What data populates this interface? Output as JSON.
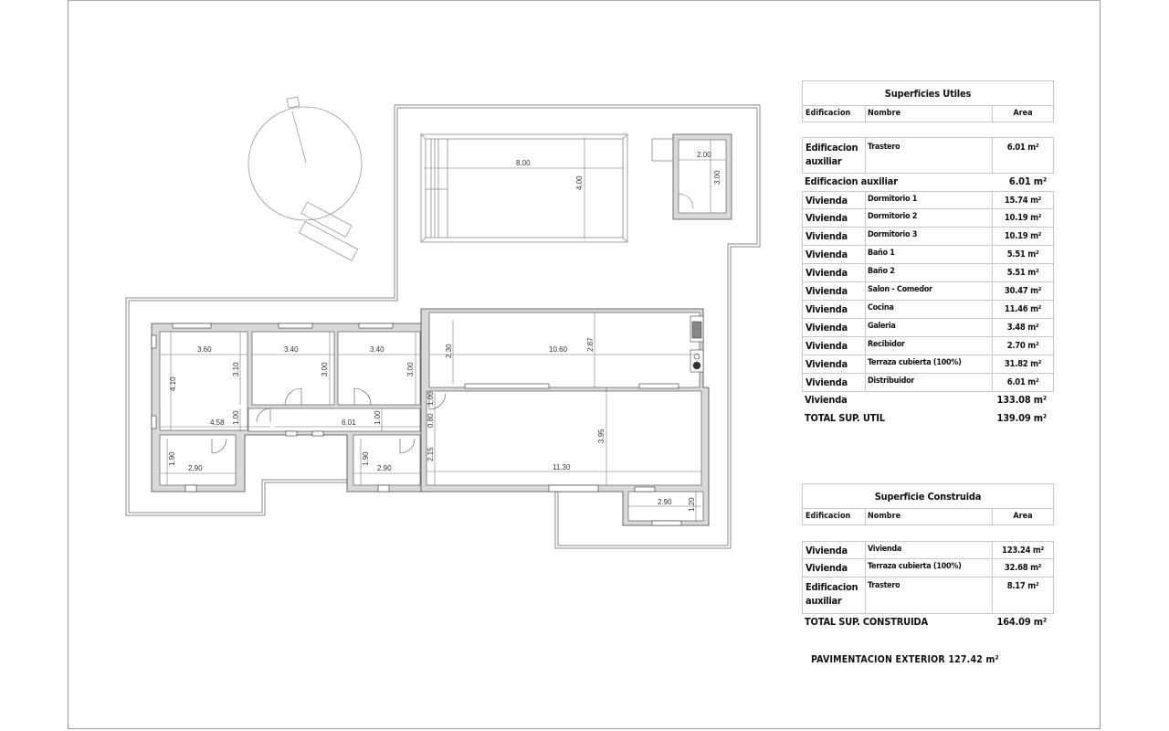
{
  "superficies_utiles": {
    "title": "Superficies Utiles",
    "headers": {
      "edificacion": "Edificacion",
      "nombre": "Nombre",
      "area": "Área"
    },
    "aux_rows": [
      {
        "edificacion": "Edificacion auxiliar",
        "nombre": "Trastero",
        "area": "6.01 m²"
      }
    ],
    "aux_subtotal": {
      "label": "Edificacion auxiliar",
      "area": "6.01 m²"
    },
    "vivienda_rows": [
      {
        "edificacion": "Vivienda",
        "nombre": "Dormitorio 1",
        "area": "15.74 m²"
      },
      {
        "edificacion": "Vivienda",
        "nombre": "Dormitorio 2",
        "area": "10.19 m²"
      },
      {
        "edificacion": "Vivienda",
        "nombre": "Dormitorio 3",
        "area": "10.19 m²"
      },
      {
        "edificacion": "Vivienda",
        "nombre": "Baño 1",
        "area": "5.51 m²"
      },
      {
        "edificacion": "Vivienda",
        "nombre": "Baño 2",
        "area": "5.51 m²"
      },
      {
        "edificacion": "Vivienda",
        "nombre": "Salon - Comedor",
        "area": "30.47 m²"
      },
      {
        "edificacion": "Vivienda",
        "nombre": "Cocina",
        "area": "11.46 m²"
      },
      {
        "edificacion": "Vivienda",
        "nombre": "Galeria",
        "area": "3.48 m²"
      },
      {
        "edificacion": "Vivienda",
        "nombre": "Recibidor",
        "area": "2.70 m²"
      },
      {
        "edificacion": "Vivienda",
        "nombre": "Terraza cubierta (100%)",
        "area": "31.82 m²"
      },
      {
        "edificacion": "Vivienda",
        "nombre": "Distribuidor",
        "area": "6.01 m²"
      }
    ],
    "vivienda_subtotal": {
      "label": "Vivienda",
      "area": "133.08 m²"
    },
    "total": {
      "label": "TOTAL SUP. UTIL",
      "area": "139.09 m²"
    }
  },
  "superficie_construida": {
    "title": "Superficie Construida",
    "headers": {
      "edificacion": "Edificacion",
      "nombre": "Nombre",
      "area": "Área"
    },
    "rows": [
      {
        "edificacion": "Vivienda",
        "nombre": "Vivienda",
        "area": "123.24 m²"
      },
      {
        "edificacion": "Vivienda",
        "nombre": "Terraza cubierta (100%)",
        "area": "32.68 m²"
      },
      {
        "edificacion": "Edificacion auxiliar",
        "nombre": "Trastero",
        "area": "8.17 m²"
      }
    ],
    "total": {
      "label": "TOTAL SUP. CONSTRUIDA",
      "area": "164.09 m²"
    }
  },
  "pavimentacion": {
    "label": "PAVIMENTACION EXTERIOR 127.42 m²"
  },
  "plan": {
    "dimensions": {
      "pool_length": "8.00",
      "pool_width": "4.00",
      "trastero_width": "2.00",
      "trastero_depth": "3.00",
      "dorm1_width": "3.60",
      "dorm1_depth": "4.10",
      "dorm1_side": "3.10",
      "dorm2_width": "3.40",
      "dorm2_depth": "3.00",
      "dorm3_width": "3.40",
      "dorm3_depth": "3.00",
      "pasillo_left": "4.58",
      "pasillo_left_w": "1.00",
      "pasillo_right": "6.01",
      "pasillo_right_w": "1.00",
      "bano1_w": "2.90",
      "bano1_d": "1.90",
      "bano2_w": "2.90",
      "bano2_d": "1.90",
      "terraza_len": "10.60",
      "terraza_d": "2.30",
      "terraza_d2": "2.87",
      "recibidor_a": "1.00",
      "recibidor_b": "0.80",
      "recibidor_c": "2.15",
      "salon_len": "11.30",
      "salon_d": "3.95",
      "galeria_w": "2.90",
      "galeria_d": "1.20"
    }
  }
}
